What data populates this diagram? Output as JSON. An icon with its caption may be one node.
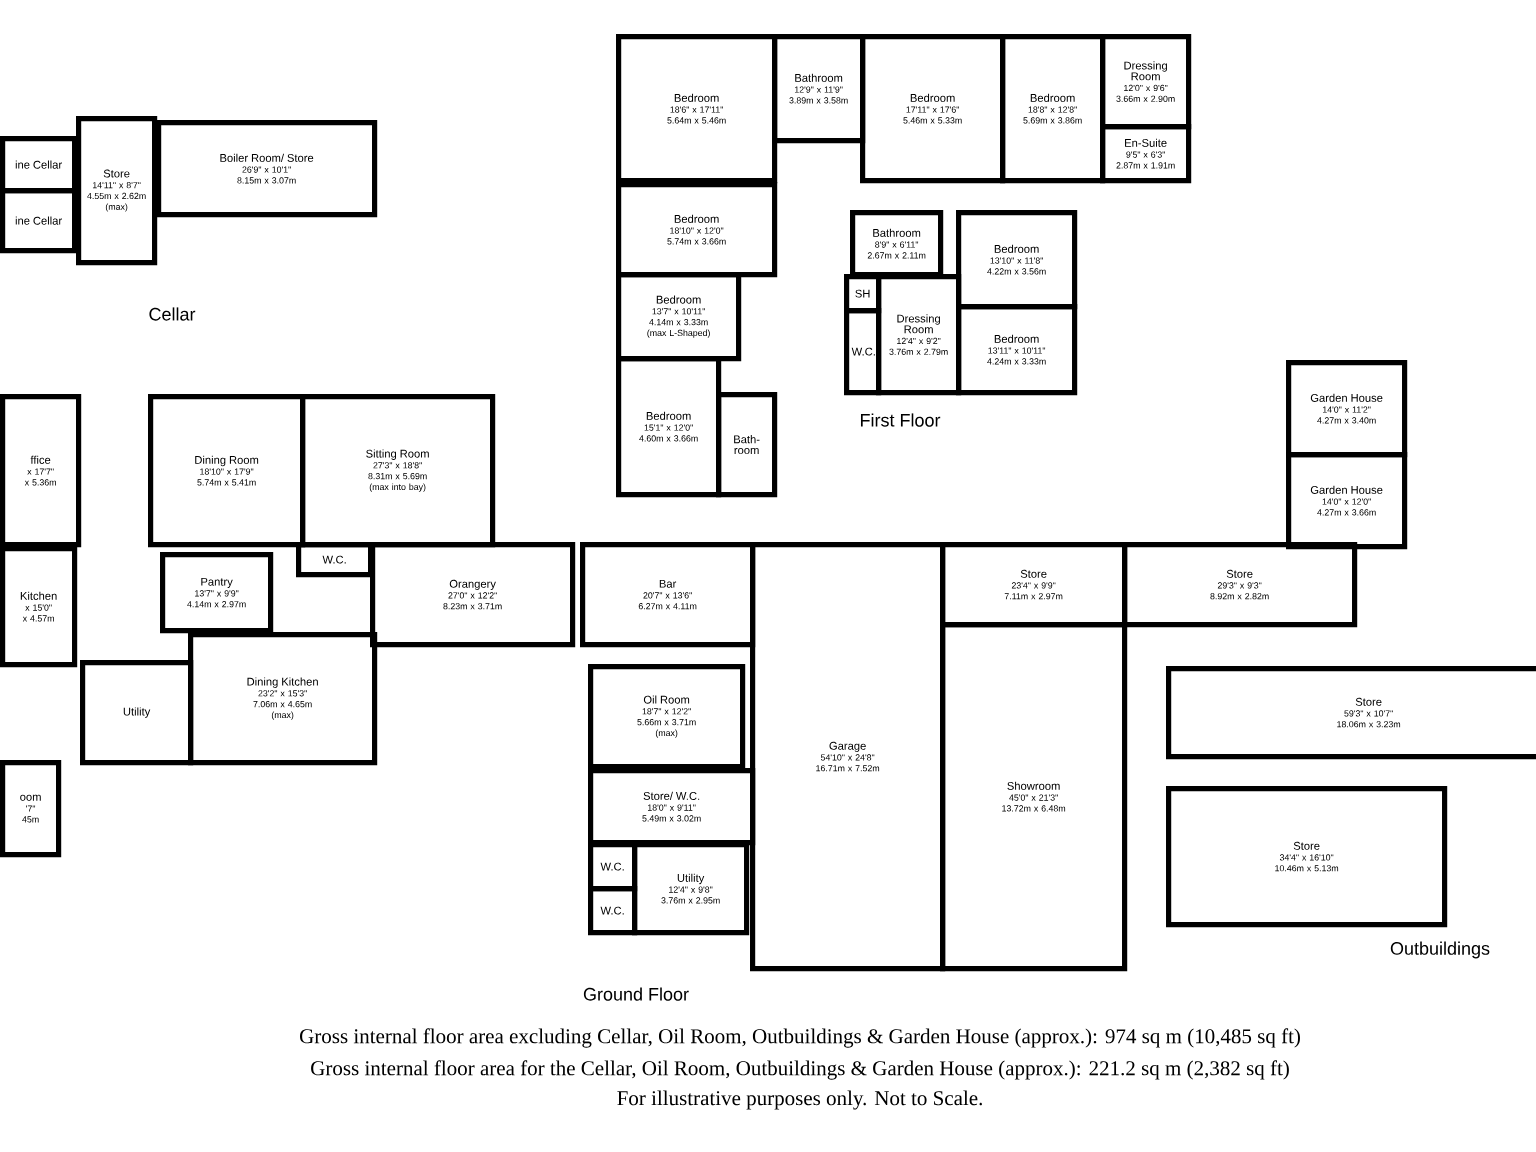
{
  "diagram": {
    "nodes": [
      {
        "text": [
          "ine Cellar"
        ]
      },
      {
        "text": [
          "ine Cellar"
        ]
      },
      {
        "text": [
          "Store",
          "14'11\" x 8'7\"",
          "4.55m x 2.62m",
          "(max)"
        ]
      },
      {
        "text": [
          "Boiler Room/ Store",
          "26'9\" x 10'1\"",
          "8.15m x 3.07m"
        ]
      },
      {
        "text": [
          "Bedroom",
          "18'6\" x 17'11\"",
          "5.64m x 5.46m"
        ]
      },
      {
        "text": [
          "Bathroom",
          "12'9\" x 11'9\"",
          "3.89m x 3.58m"
        ]
      },
      {
        "text": [
          "Bedroom",
          "17'11\" x 17'6\"",
          "5.46m x 5.33m"
        ]
      },
      {
        "text": [
          "Bedroom",
          "18'8\" x 12'8\"",
          "5.69m x 3.86m"
        ]
      },
      {
        "text": [
          "Dressing Room",
          "12'0\" x 9'6\"",
          "3.66m x 2.90m"
        ]
      },
      {
        "text": [
          "En-Suite",
          "9'5\" x 6'3\"",
          "2.87m x 1.91m"
        ]
      },
      {
        "text": [
          "Bedroom",
          "18'10\" x 12'0\"",
          "5.74m x 3.66m"
        ]
      },
      {
        "text": [
          "Bedroom",
          "13'7\" x 10'11\"",
          "4.14m x 3.33m",
          "(max L-Shaped)"
        ]
      },
      {
        "text": [
          "Bedroom",
          "15'1\" x 12'0\"",
          "4.60m x 3.66m"
        ]
      },
      {
        "text": [
          "Bath- room"
        ]
      },
      {
        "text": [
          "Bathroom",
          "8'9\" x 6'11\"",
          "2.67m x 2.11m"
        ]
      },
      {
        "text": [
          "Bedroom",
          "13'10\" x 11'8\"",
          "4.22m x 3.56m"
        ]
      },
      {
        "text": [
          "SH"
        ]
      },
      {
        "text": [
          "Dressing Room",
          "12'4\" x 9'2\"",
          "3.76m x 2.79m"
        ]
      },
      {
        "text": [
          "Bedroom",
          "13'11\" x 10'11\"",
          "4.24m x 3.33m"
        ]
      },
      {
        "text": [
          "W.C."
        ]
      },
      {
        "text": [
          "ffice",
          "x 17'7\"",
          "x 5.36m"
        ]
      },
      {
        "text": [
          "Dining Room",
          "18'10\" x 17'9\"",
          "5.74m x 5.41m"
        ]
      },
      {
        "text": [
          "Sitting Room",
          "27'3\" x 18'8\"",
          "8.31m x 5.69m",
          "(max into bay)"
        ]
      },
      {
        "text": [
          "Kitchen",
          "x 15'0\"",
          "x 4.57m"
        ]
      },
      {
        "text": [
          "Pantry",
          "13'7\" x 9'9\"",
          "4.14m x 2.97m"
        ]
      },
      {
        "text": [
          "W.C."
        ]
      },
      {
        "text": [
          "Orangery",
          "27'0\" x 12'2\"",
          "8.23m x 3.71m"
        ]
      },
      {
        "text": [
          "Dining Kitchen",
          "23'2\" x 15'3\"",
          "7.06m x 4.65m",
          "(max)"
        ]
      },
      {
        "text": [
          "Utility"
        ]
      },
      {
        "text": [
          "oom",
          "'7\"",
          "45m"
        ]
      },
      {
        "text": [
          "Bar",
          "20'7\" x 13'6\"",
          "6.27m x 4.11m"
        ]
      },
      {
        "text": [
          "Oil Room",
          "18'7\" x 12'2\"",
          "5.66m x 3.71m",
          "(max)"
        ]
      },
      {
        "text": [
          "Store/ W.C.",
          "18'0\" x 9'11\"",
          "5.49m x 3.02m"
        ]
      },
      {
        "text": [
          "W.C."
        ]
      },
      {
        "text": [
          "W.C."
        ]
      },
      {
        "text": [
          "Utility",
          "12'4\" x 9'8\"",
          "3.76m x 2.95m"
        ]
      },
      {
        "text": [
          "Garage",
          "54'10\" x 24'8\"",
          "16.71m x 7.52m"
        ]
      },
      {
        "text": [
          "Store",
          "23'4\" x 9'9\"",
          "7.11m x 2.97m"
        ]
      },
      {
        "text": [
          "Showroom",
          "45'0\" x 21'3\"",
          "13.72m x 6.48m"
        ]
      },
      {
        "text": [
          "Store",
          "29'3\" x 9'3\"",
          "8.92m x 2.82m"
        ]
      },
      {
        "text": [
          "Garden House",
          "14'0\" x 11'2\"",
          "4.27m x 3.40m"
        ]
      },
      {
        "text": [
          "Garden House",
          "14'0\" x 12'0\"",
          "4.27m x 3.66m"
        ]
      },
      {
        "text": [
          "Store",
          "59'3\" x 10'7\"",
          "18.06m x 3.23m"
        ]
      },
      {
        "text": [
          "Store",
          "34'4\" x 16'10\"",
          "10.46m x 5.13m"
        ]
      }
    ],
    "labels": [
      "Cellar",
      "First Floor",
      "Ground Floor",
      "Outbuildings",
      "Gross internal floor area excluding Cellar, Oil Room, Outbuildings & Garden House (approx.): 974 sq m (10,485 sq ft)",
      "Gross internal floor area for the Cellar, Oil Room, Outbuildings & Garden House (approx.): 221.2 sq m (2,382 sq ft)",
      "For illustrative purposes only. Not to Scale."
    ]
  }
}
